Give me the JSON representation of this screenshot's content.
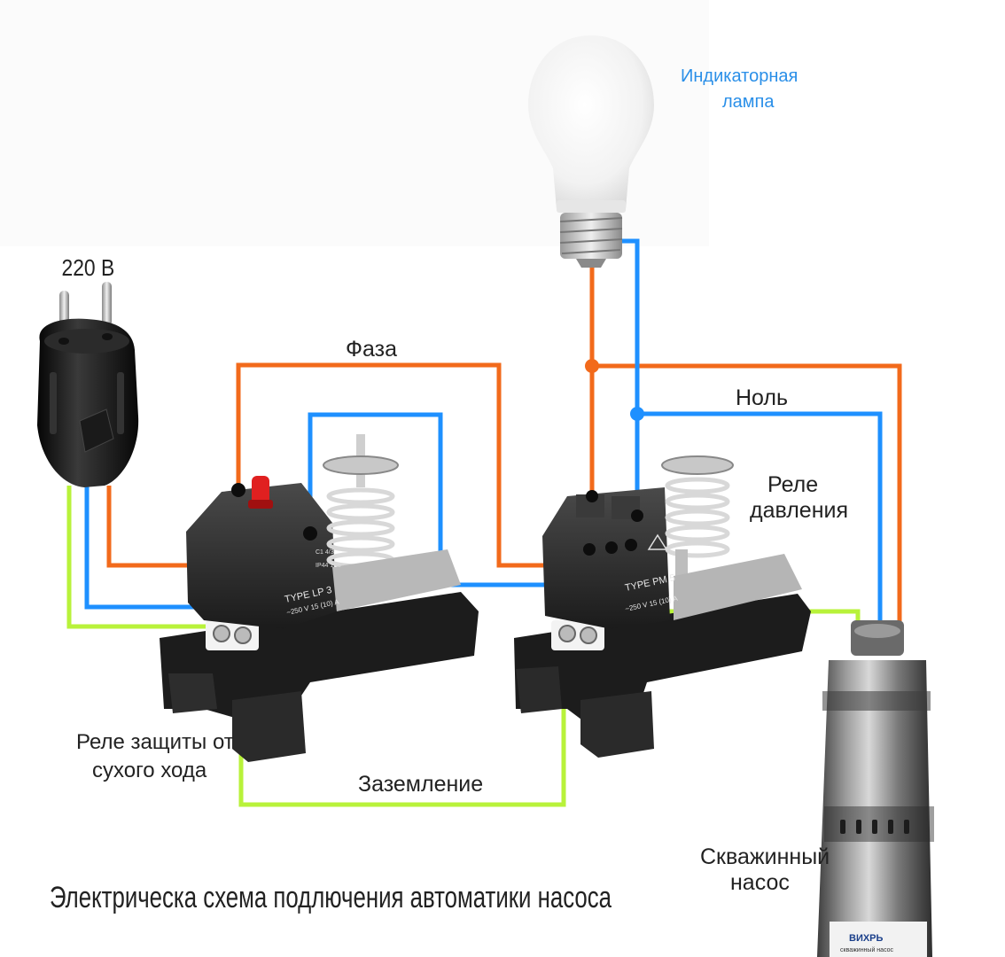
{
  "labels": {
    "plug_voltage": "220 В",
    "phase": "Фаза",
    "neutral": "Ноль",
    "ground": "Заземление",
    "lamp_line1": "Индикаторная",
    "lamp_line2": "лампа",
    "pressure_relay_line1": "Реле",
    "pressure_relay_line2": "давления",
    "dry_run_line1": "Реле защиты от",
    "dry_run_line2": "сухого хода",
    "pump_line1": "Скважинный",
    "pump_line2": "насос",
    "caption": "Электрическа схема подлючения автоматики насоса"
  },
  "device_marks": {
    "lp3_type": "TYPE LP 3",
    "lp3_rating": "~250 V 15 (10) A",
    "lp3_small1": "C1 4/3",
    "lp3_small2": "IP44 1E5",
    "pm5_type": "TYPE PM 5",
    "pm5_rating": "~250 V 15 (10) A",
    "pump_brand": "ВИХРЬ",
    "pump_sub": "скважинный насос"
  },
  "colors": {
    "phase": "#f26a1b",
    "neutral": "#1e90ff",
    "ground": "#b8f23a",
    "lamp_text": "#2a8fe8",
    "text": "#222222"
  }
}
